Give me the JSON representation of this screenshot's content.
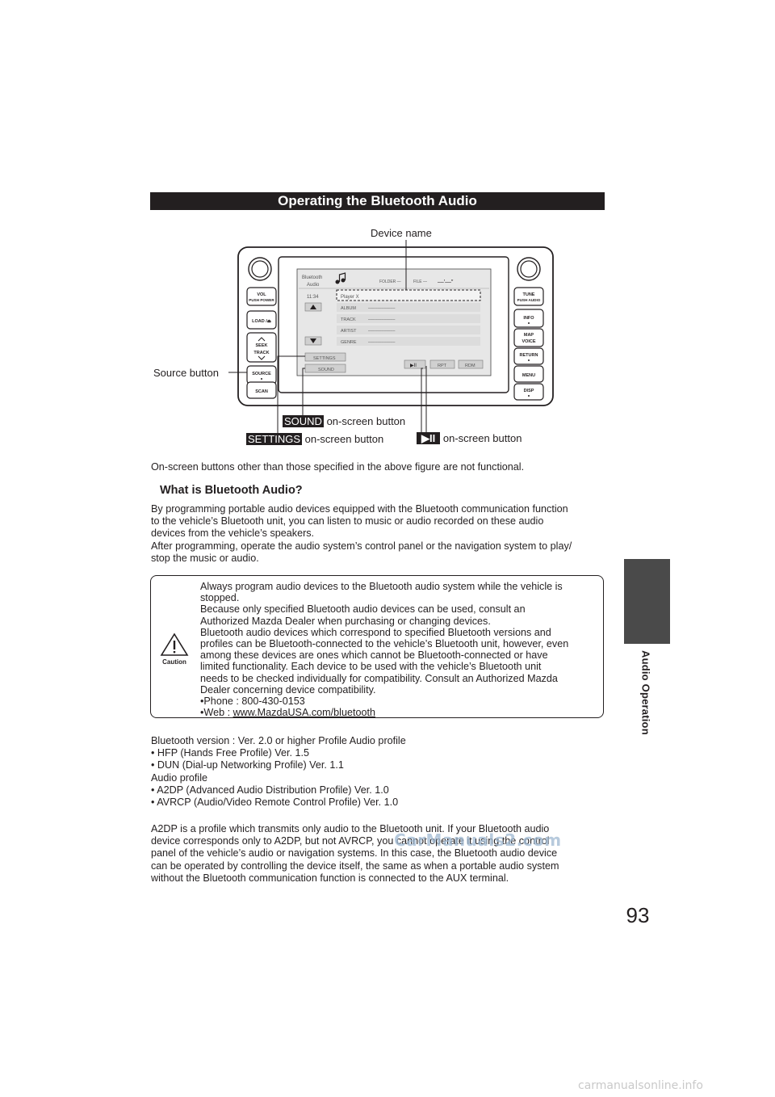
{
  "section_title": "Operating the Bluetooth Audio",
  "side_tab": "Audio Operation",
  "page_number": "93",
  "figure": {
    "device_name_label": "Device name",
    "source_button_label": "Source button",
    "sound_tag": "SOUND",
    "sound_label": "on-screen button",
    "settings_tag": "SETTINGS",
    "settings_label": "on-screen button",
    "play_label": "on-screen button",
    "unit": {
      "vol": "VOL",
      "vol_sub": "PUSH POWER",
      "load": "LOAD /⏏",
      "seek": "SEEK",
      "track": "TRACK",
      "source": "SOURCE",
      "scan": "SCAN",
      "tune": "TUNE",
      "tune_sub": "PUSH AUDIO",
      "info": "INFO",
      "map": "MAP",
      "voice": "VOICE",
      "return": "RETURN",
      "menu": "MENU",
      "disp": "DISP"
    },
    "screen": {
      "title_line1": "Bluetooth",
      "title_line2": "Audio",
      "folder": "FOLDER —",
      "file": "FILE —",
      "counter": "––′––″",
      "time": "11:34",
      "player": "Player X",
      "rows": [
        "ALBUM",
        "TRACK",
        "ARTIST",
        "GENRE"
      ],
      "row_placeholder": "––––––––––––",
      "settings_btn": "SETTINGS",
      "sound_btn": "SOUND",
      "play_btn": "▶II",
      "rpt_btn": "RPT",
      "rdm_btn": "RDM"
    }
  },
  "note": "On-screen buttons other than those specified in the above figure are not functional.",
  "what_is": {
    "heading": "What is Bluetooth Audio?",
    "body": [
      "By programming portable audio devices equipped with the Bluetooth communication function",
      "to the vehicle’s Bluetooth unit, you can listen to music or audio recorded on these audio",
      "devices from the vehicle’s speakers.",
      "After programming, operate the audio system’s control panel or the navigation system to play/",
      "stop the music or audio."
    ]
  },
  "caution": {
    "icon_label": "Caution",
    "lines": [
      "Always program audio devices to the Bluetooth audio system while the vehicle is",
      "stopped.",
      "Because only specified Bluetooth audio devices can be used, consult an",
      "Authorized Mazda Dealer when purchasing or changing devices.",
      "Bluetooth audio devices which correspond to specified Bluetooth versions and",
      "profiles can be Bluetooth-connected to the vehicle’s Bluetooth unit, however, even",
      "among these devices are ones which cannot be Bluetooth-connected or have",
      "limited functionality. Each device to be used with the vehicle’s Bluetooth unit",
      "needs to be checked individually for compatibility. Consult an Authorized Mazda",
      "Dealer concerning device compatibility.",
      "•Phone : 800-430-0153"
    ],
    "web_prefix": "•Web : ",
    "web_link": "www.MazdaUSA.com/bluetooth"
  },
  "specs": [
    "Bluetooth version : Ver. 2.0 or higher Profile Audio profile",
    "• HFP (Hands Free Profile) Ver. 1.5",
    "• DUN (Dial-up Networking Profile) Ver. 1.1",
    "Audio profile",
    "• A2DP (Advanced Audio Distribution Profile) Ver. 1.0",
    "• AVRCP (Audio/Video Remote Control Profile) Ver. 1.0"
  ],
  "a2dp_paragraph": [
    "A2DP is a profile which transmits only audio to the Bluetooth unit. If your Bluetooth audio",
    "device corresponds only to A2DP, but not AVRCP, you cannot operate it using the control",
    "panel of the vehicle’s audio or navigation systems. In this case, the Bluetooth audio device",
    "can be operated by controlling the device itself, the same as when a portable audio system",
    "without the Bluetooth communication function is connected to the AUX terminal."
  ],
  "watermark": "CarManuals2.com",
  "site_mark": "carmanualsonline.info",
  "colors": {
    "ink": "#231f20",
    "tab": "#4a4a4a",
    "watermark": "#9fb9d2"
  }
}
